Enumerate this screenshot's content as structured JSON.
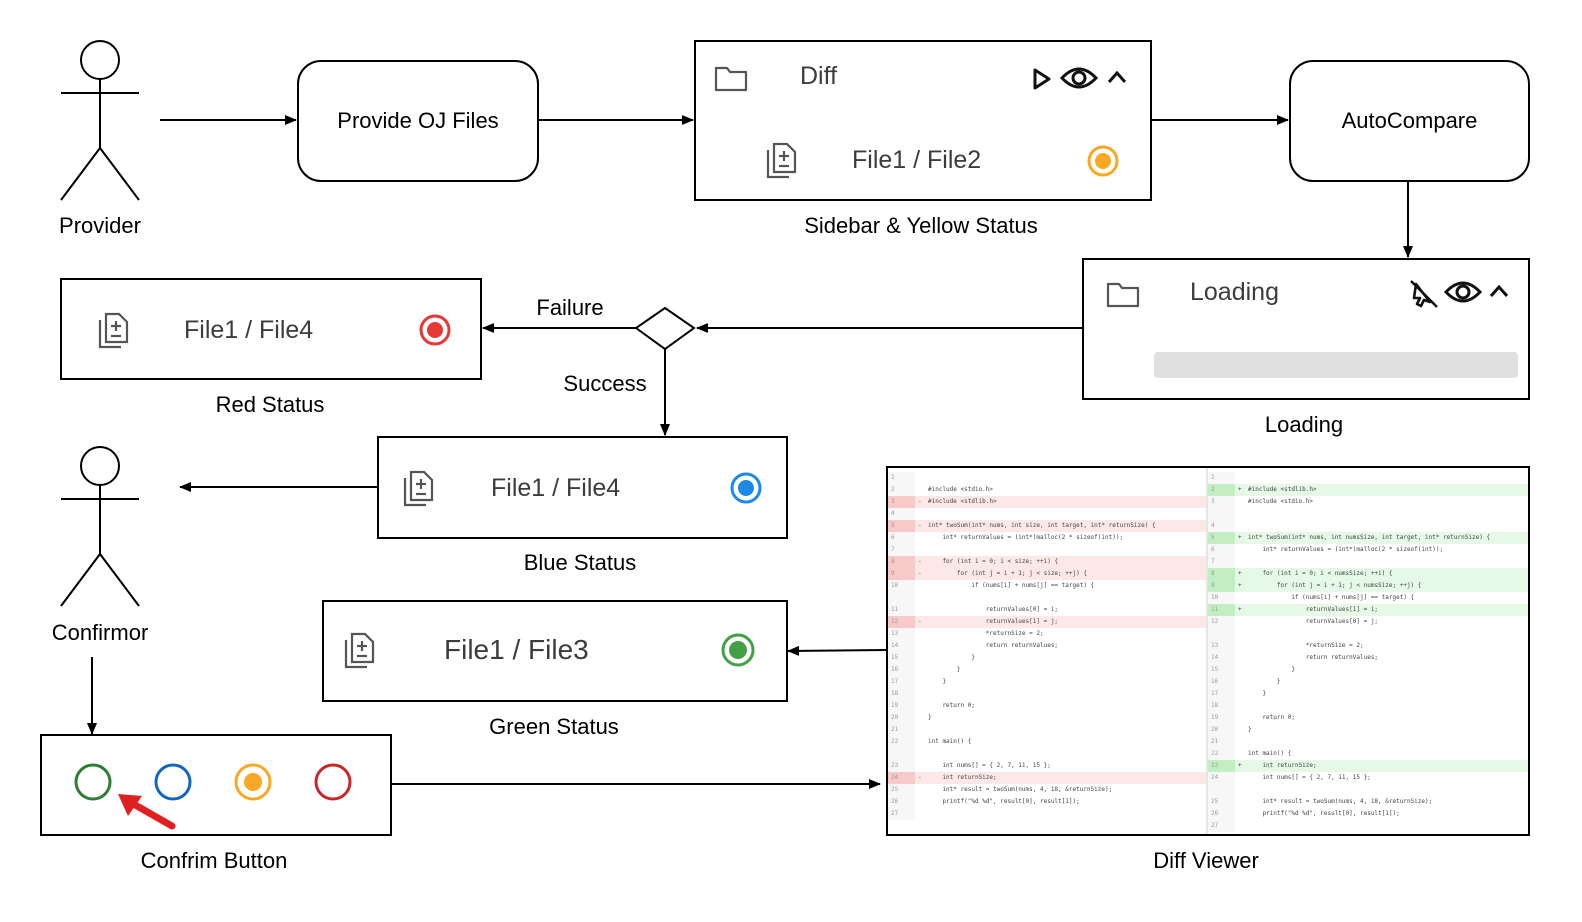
{
  "actors": {
    "provider": "Provider",
    "confirmor": "Confirmor"
  },
  "steps": {
    "provide": "Provide OJ Files",
    "autocompare": "AutoCompare"
  },
  "sidebar": {
    "folder_title": "Diff",
    "file_pair": "File1 / File2",
    "caption": "Sidebar & Yellow Status",
    "status_color": "#f9a825"
  },
  "loading": {
    "title": "Loading",
    "caption": "Loading"
  },
  "decision": {
    "failure": "Failure",
    "success": "Success"
  },
  "red_status": {
    "file_pair": "File1 / File4",
    "caption": "Red Status",
    "color": "#e53935"
  },
  "blue_status": {
    "file_pair": "File1 / File4",
    "caption": "Blue Status",
    "color": "#1e88e5"
  },
  "green_status": {
    "file_pair": "File1 / File3",
    "caption": "Green Status",
    "color": "#43a047"
  },
  "confirm_buttons": {
    "caption": "Confrim Button",
    "colors": [
      "#2e7d32",
      "#1565c0",
      "#f9a825",
      "#c62828"
    ]
  },
  "diff_viewer": {
    "caption": "Diff Viewer",
    "left_lines": [
      {
        "n": "1",
        "t": ""
      },
      {
        "n": "2",
        "t": "#include <stdio.h>"
      },
      {
        "n": "3",
        "t": "#include <stdlib.h>",
        "k": "del"
      },
      {
        "n": "4",
        "t": ""
      },
      {
        "n": "5",
        "t": "int* twoSum(int* nums, int size, int target, int* returnSize) {",
        "k": "del"
      },
      {
        "n": "6",
        "t": "    int* returnValues = (int*)malloc(2 * sizeof(int));"
      },
      {
        "n": "7",
        "t": ""
      },
      {
        "n": "8",
        "t": "    for (int i = 0; i < size; ++i) {",
        "k": "del"
      },
      {
        "n": "9",
        "t": "        for (int j = i + 1; j < size; ++j) {",
        "k": "del"
      },
      {
        "n": "10",
        "t": "            if (nums[i] + nums[j] == target) {"
      },
      {
        "n": "",
        "t": ""
      },
      {
        "n": "11",
        "t": "                returnValues[0] = i;"
      },
      {
        "n": "12",
        "t": "                returnValues[1] = j;",
        "k": "del"
      },
      {
        "n": "13",
        "t": "                *returnSize = 2;"
      },
      {
        "n": "14",
        "t": "                return returnValues;"
      },
      {
        "n": "15",
        "t": "            }"
      },
      {
        "n": "16",
        "t": "        }"
      },
      {
        "n": "17",
        "t": "    }"
      },
      {
        "n": "18",
        "t": ""
      },
      {
        "n": "19",
        "t": "    return 0;"
      },
      {
        "n": "20",
        "t": "}"
      },
      {
        "n": "21",
        "t": ""
      },
      {
        "n": "22",
        "t": "int main() {"
      },
      {
        "n": "",
        "t": ""
      },
      {
        "n": "23",
        "t": "    int nums[] = { 2, 7, 11, 15 };"
      },
      {
        "n": "24",
        "t": "    int returnSize;",
        "k": "del"
      },
      {
        "n": "25",
        "t": "    int* result = twoSum(nums, 4, 18, &returnSize);"
      },
      {
        "n": "26",
        "t": "    printf(\"%d %d\", result[0], result[1]);"
      },
      {
        "n": "27",
        "t": ""
      }
    ],
    "right_lines": [
      {
        "n": "1",
        "t": ""
      },
      {
        "n": "2",
        "t": "#include <stdlib.h>",
        "k": "add"
      },
      {
        "n": "3",
        "t": "#include <stdio.h>"
      },
      {
        "n": "",
        "t": ""
      },
      {
        "n": "4",
        "t": ""
      },
      {
        "n": "5",
        "t": "int* twoSum(int* nums, int numsSize, int target, int* returnSize) {",
        "k": "add"
      },
      {
        "n": "6",
        "t": "    int* returnValues = (int*)malloc(2 * sizeof(int));"
      },
      {
        "n": "7",
        "t": ""
      },
      {
        "n": "8",
        "t": "    for (int i = 0; i < numsSize; ++i) {",
        "k": "add"
      },
      {
        "n": "9",
        "t": "        for (int j = i + 1; j < numsSize; ++j) {",
        "k": "add"
      },
      {
        "n": "10",
        "t": "            if (nums[i] + nums[j] == target) {"
      },
      {
        "n": "11",
        "t": "                returnValues[1] = i;",
        "k": "add"
      },
      {
        "n": "12",
        "t": "                returnValues[0] = j;"
      },
      {
        "n": "",
        "t": ""
      },
      {
        "n": "13",
        "t": "                *returnSize = 2;"
      },
      {
        "n": "14",
        "t": "                return returnValues;"
      },
      {
        "n": "15",
        "t": "            }"
      },
      {
        "n": "16",
        "t": "        }"
      },
      {
        "n": "17",
        "t": "    }"
      },
      {
        "n": "18",
        "t": ""
      },
      {
        "n": "19",
        "t": "    return 0;"
      },
      {
        "n": "20",
        "t": "}"
      },
      {
        "n": "21",
        "t": ""
      },
      {
        "n": "22",
        "t": "int main() {"
      },
      {
        "n": "23",
        "t": "    int returnSize;",
        "k": "add"
      },
      {
        "n": "24",
        "t": "    int nums[] = { 2, 7, 11, 15 };"
      },
      {
        "n": "",
        "t": ""
      },
      {
        "n": "25",
        "t": "    int* result = twoSum(nums, 4, 18, &returnSize);"
      },
      {
        "n": "26",
        "t": "    printf(\"%d %d\", result[0], result[1]);"
      },
      {
        "n": "27",
        "t": ""
      }
    ]
  }
}
